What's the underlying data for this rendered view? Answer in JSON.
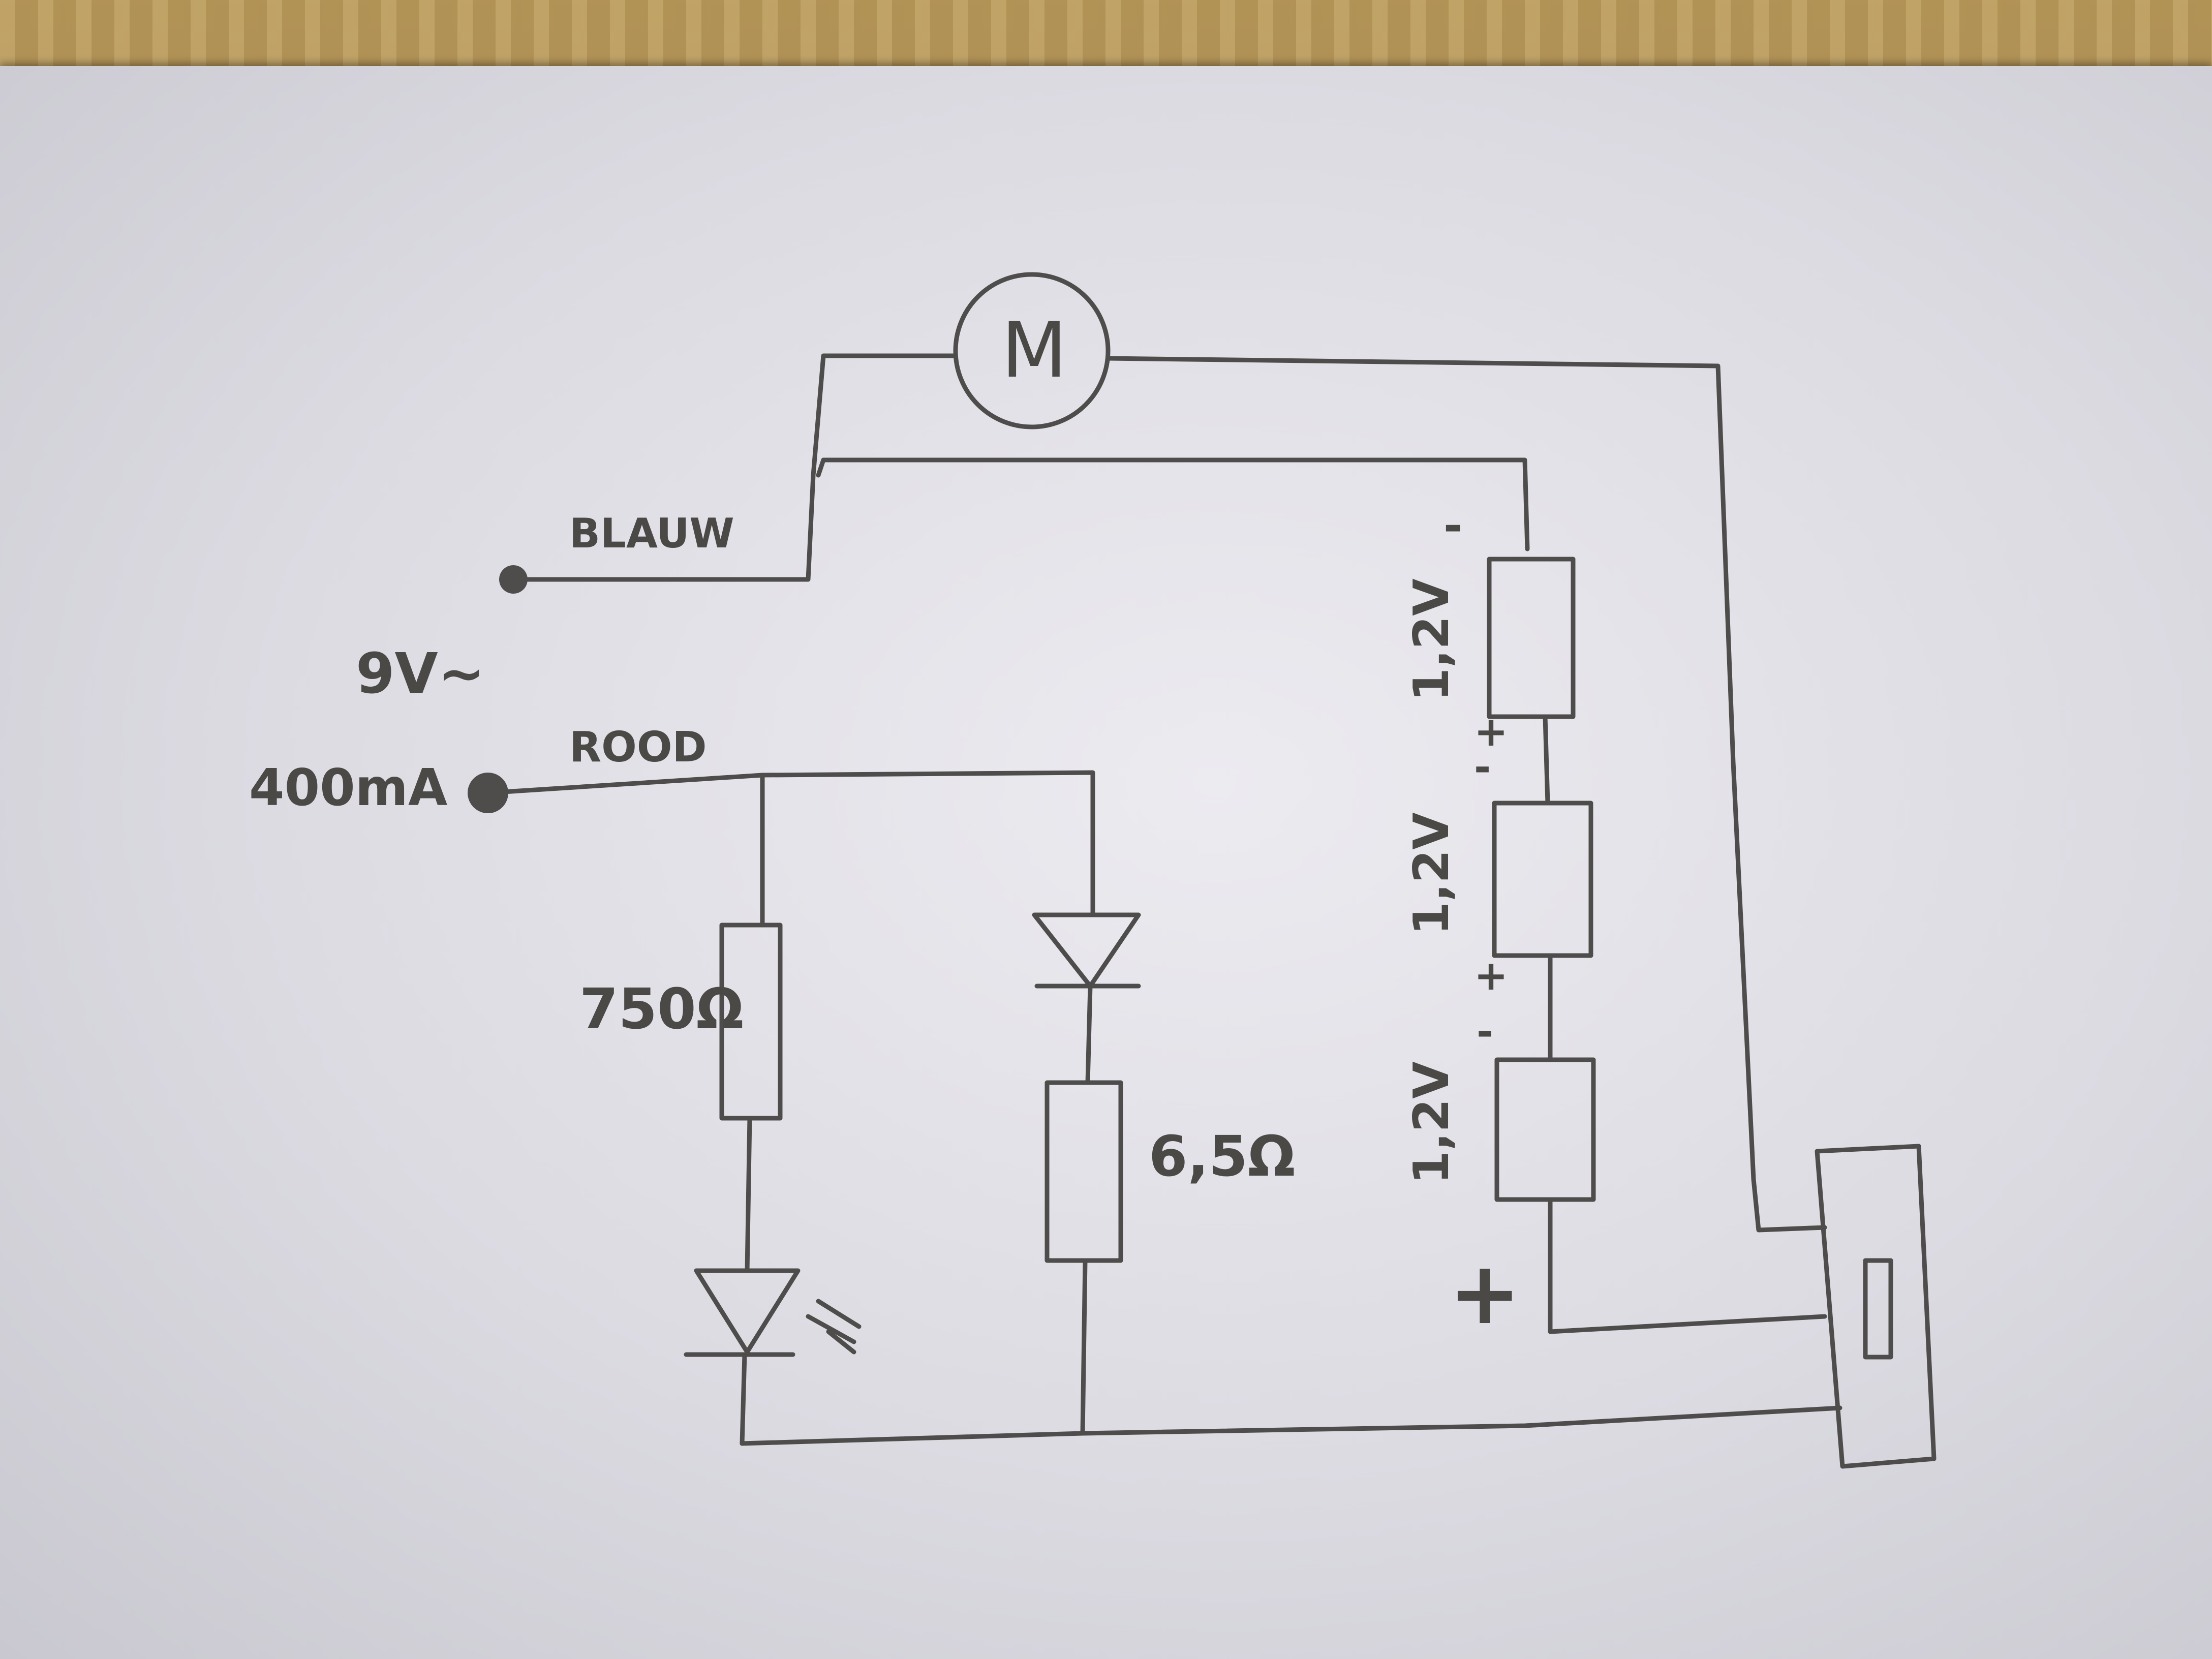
{
  "labels": {
    "wire_blue": "BLAUW",
    "wire_red": "ROOD",
    "supply_voltage": "9V~",
    "supply_current": "400mA",
    "motor": "M",
    "resistor_led": "750Ω",
    "resistor_diode": "6,5Ω",
    "battery_1": "1,2V",
    "battery_2": "1,2V",
    "battery_3": "1,2V",
    "polarity_plus": "+",
    "polarity_minus": "-",
    "battery_plus": "+"
  },
  "colors": {
    "pencil": "#4e4d4b",
    "paper": "#e4e3e9",
    "desk": "#b99a5c"
  }
}
